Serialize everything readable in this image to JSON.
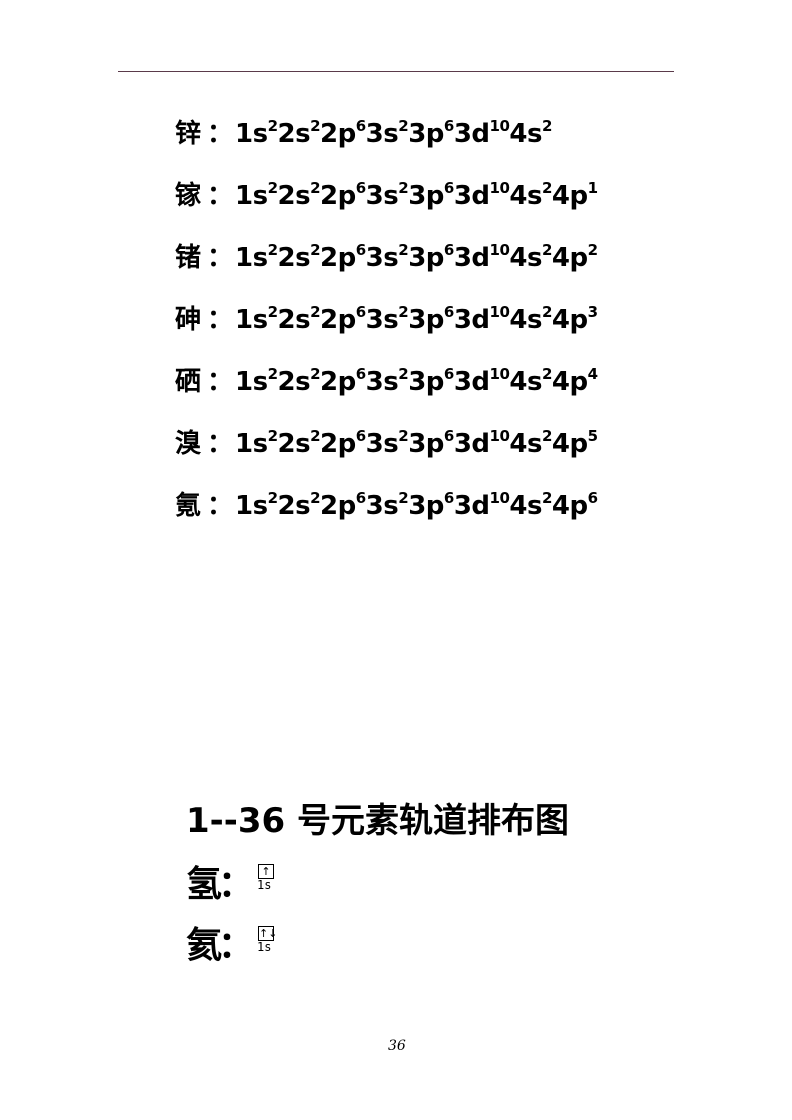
{
  "configs": [
    {
      "el": "锌",
      "parts": [
        [
          "1s",
          "2"
        ],
        [
          "2s",
          "2"
        ],
        [
          "2p",
          "6"
        ],
        [
          "3s",
          "2"
        ],
        [
          "3p",
          "6"
        ],
        [
          "3d",
          "10"
        ],
        [
          "4s",
          "2"
        ]
      ]
    },
    {
      "el": "镓",
      "parts": [
        [
          "1s",
          "2"
        ],
        [
          "2s",
          "2"
        ],
        [
          "2p",
          "6"
        ],
        [
          "3s",
          "2"
        ],
        [
          "3p",
          "6"
        ],
        [
          "3d",
          "10"
        ],
        [
          "4s",
          "2"
        ],
        [
          "4p",
          "1"
        ]
      ]
    },
    {
      "el": "锗",
      "parts": [
        [
          "1s",
          "2"
        ],
        [
          "2s",
          "2"
        ],
        [
          "2p",
          "6"
        ],
        [
          "3s",
          "2"
        ],
        [
          "3p",
          "6"
        ],
        [
          "3d",
          "10"
        ],
        [
          "4s",
          "2"
        ],
        [
          "4p",
          "2"
        ]
      ]
    },
    {
      "el": "砷",
      "parts": [
        [
          "1s",
          "2"
        ],
        [
          "2s",
          "2"
        ],
        [
          "2p",
          "6"
        ],
        [
          "3s",
          "2"
        ],
        [
          "3p",
          "6"
        ],
        [
          "3d",
          "10"
        ],
        [
          "4s",
          "2"
        ],
        [
          "4p",
          "3"
        ]
      ]
    },
    {
      "el": "硒",
      "parts": [
        [
          "1s",
          "2"
        ],
        [
          "2s",
          "2"
        ],
        [
          "2p",
          "6"
        ],
        [
          "3s",
          "2"
        ],
        [
          "3p",
          "6"
        ],
        [
          "3d",
          "10"
        ],
        [
          "4s",
          "2"
        ],
        [
          "4p",
          "4"
        ]
      ]
    },
    {
      "el": "溴",
      "parts": [
        [
          "1s",
          "2"
        ],
        [
          "2s",
          "2"
        ],
        [
          "2p",
          "6"
        ],
        [
          "3s",
          "2"
        ],
        [
          "3p",
          "6"
        ],
        [
          "3d",
          "10"
        ],
        [
          "4s",
          "2"
        ],
        [
          "4p",
          "5"
        ]
      ]
    },
    {
      "el": "氪",
      "parts": [
        [
          "1s",
          "2"
        ],
        [
          "2s",
          "2"
        ],
        [
          "2p",
          "6"
        ],
        [
          "3s",
          "2"
        ],
        [
          "3p",
          "6"
        ],
        [
          "3d",
          "10"
        ],
        [
          "4s",
          "2"
        ],
        [
          "4p",
          "6"
        ]
      ]
    }
  ],
  "colon": "：",
  "section_title": "1--36 号元素轨道排布图",
  "orbitals": [
    {
      "el": "氢",
      "box": "↑",
      "label": "1s"
    },
    {
      "el": "氦",
      "box": "↑↓",
      "label": "1s"
    }
  ],
  "page_number": "36"
}
